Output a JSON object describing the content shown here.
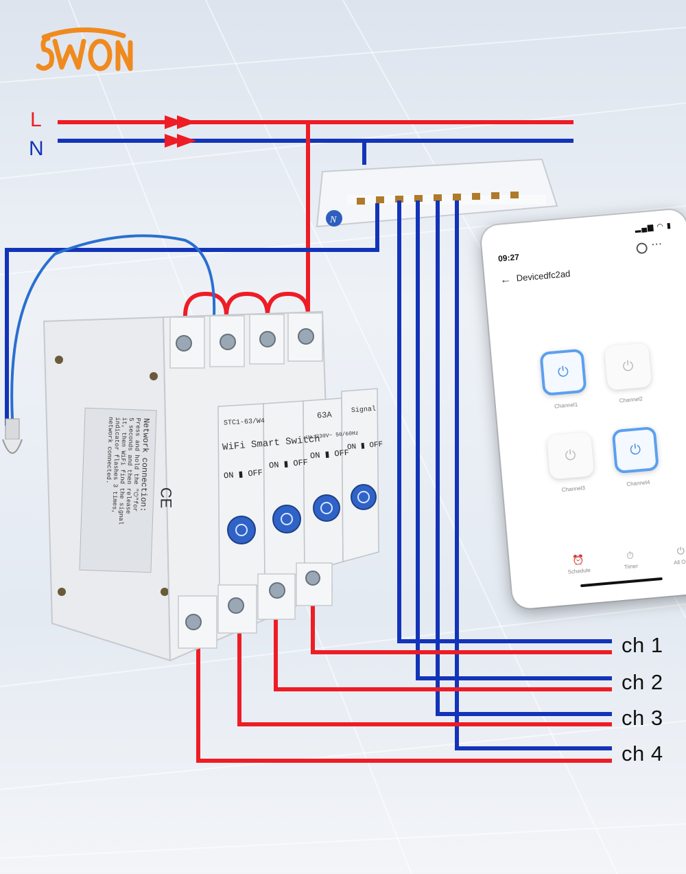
{
  "brand": {
    "logo_text": "SWON"
  },
  "lines": {
    "l_label": "L",
    "n_label": "N",
    "live_color": "#ee1c25",
    "neutral_color": "#1334b8"
  },
  "breaker": {
    "model": "STC1-63/W4",
    "name": "WiFi Smart Switch",
    "rating": "63A",
    "voltage": "Ue:230V~ 50/60Hz",
    "signal_label": "Signal",
    "on_label": "ON",
    "off_label": "OFF",
    "side_title": "Network connection:",
    "side_lines": [
      "Press and hold the \"⏻\"for",
      "5 seconds and then release",
      "it, then WiFi find the signal",
      "indicator flashes 3 times,",
      "network connected."
    ],
    "ce_mark": "CE"
  },
  "channels": [
    "ch 1",
    "ch 2",
    "ch 3",
    "ch 4"
  ],
  "phone": {
    "time": "09:27",
    "device_title": "Devicedfc2ad",
    "status_icons": "▂▄▆ ◠ ▮",
    "channels": [
      {
        "label": "Channel1",
        "on": true
      },
      {
        "label": "Channel2",
        "on": false
      },
      {
        "label": "Channel3",
        "on": false
      },
      {
        "label": "Channel4",
        "on": true
      }
    ],
    "bottom": [
      {
        "label": "Schedule",
        "icon": "alarm-icon"
      },
      {
        "label": "Timer",
        "icon": "timer-icon"
      },
      {
        "label": "All ON",
        "icon": "power-icon"
      }
    ],
    "accent": "#5aa0ef"
  }
}
